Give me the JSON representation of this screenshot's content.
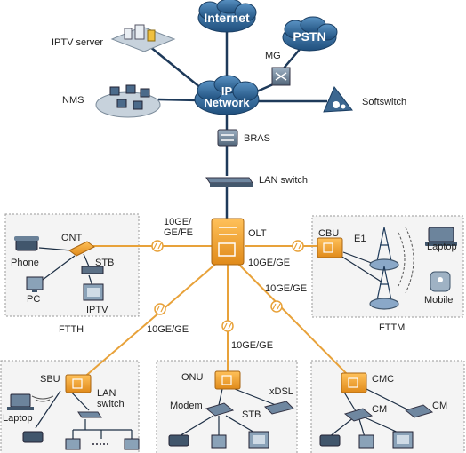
{
  "colors": {
    "core_link": "#1e3a5a",
    "access_link": "#e8a23a",
    "thin_link": "#1c2e44",
    "cloud_fill": "#2f6a9b",
    "device_fill": "#f0a030",
    "zone_border": "#9a9a9a",
    "zone_fill": "#f4f4f4"
  },
  "core": {
    "internet": "Internet",
    "pstn": "PSTN",
    "ip_network_line1": "IP",
    "ip_network_line2": "Network",
    "iptv_server": "IPTV server",
    "nms": "NMS",
    "mg": "MG",
    "softswitch": "Softswitch",
    "bras": "BRAS",
    "lan_switch": "LAN switch",
    "olt": "OLT"
  },
  "links": {
    "to_ftth": "10GE/\nGE/FE",
    "to_fttm": "10GE/GE",
    "to_fttm_lower": "10GE/GE",
    "to_sbu": "10GE/GE",
    "to_onu": "10GE/GE"
  },
  "ftth": {
    "zone_label": "FTTH",
    "ont": "ONT",
    "phone": "Phone",
    "stb": "STB",
    "pc": "PC",
    "iptv": "IPTV"
  },
  "fttm": {
    "zone_label": "FTTM",
    "cbu": "CBU",
    "e1": "E1",
    "laptop": "Laptop",
    "mobile": "Mobile"
  },
  "sbu_zone": {
    "sbu": "SBU",
    "lan_switch": "LAN\nswitch",
    "laptop": "Laptop"
  },
  "onu_zone": {
    "onu": "ONU",
    "xdsl": "xDSL",
    "modem": "Modem",
    "stb": "STB"
  },
  "cmc_zone": {
    "cmc": "CMC",
    "cm_left": "CM",
    "cm_right": "CM"
  }
}
